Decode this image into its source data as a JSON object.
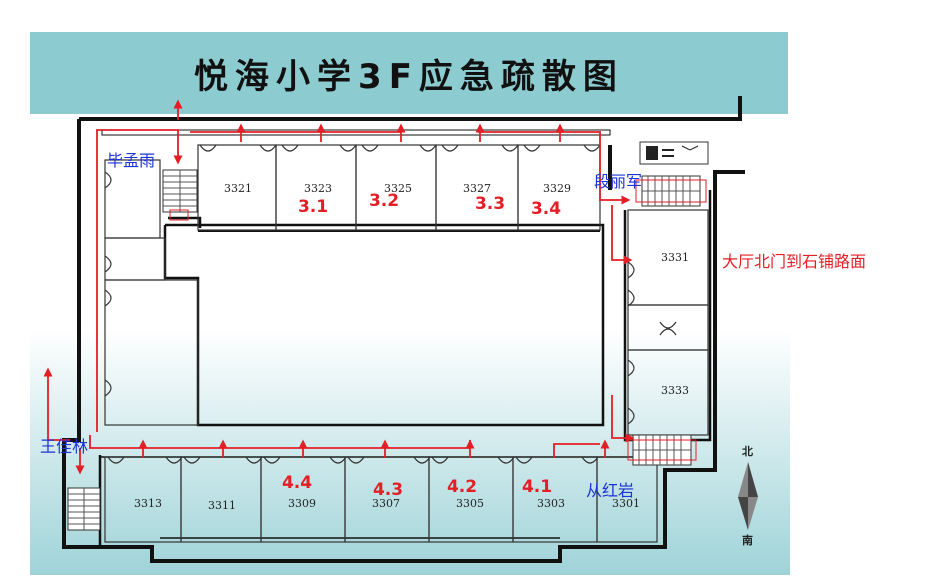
{
  "title": "悦海小学3F应急疏散图",
  "rooms": {
    "north": [
      "3321",
      "3323",
      "3325",
      "3327",
      "3329"
    ],
    "east": [
      "3331",
      "3333"
    ],
    "south": [
      "3313",
      "3311",
      "3309",
      "3307",
      "3305",
      "3303",
      "3301"
    ]
  },
  "zones": {
    "north": [
      "3.1",
      "3.2",
      "3.3",
      "3.4"
    ],
    "south": [
      "4.4",
      "4.3",
      "4.2",
      "4.1"
    ]
  },
  "people": {
    "northwest": "毕孟雨",
    "northeast": "段丽军",
    "southwest": "王佳林",
    "southeast": "从红岩"
  },
  "route_note": "大厅北门到石铺路面",
  "compass": {
    "north": "北",
    "south": "南"
  },
  "icons": [
    "exit-sign-icon",
    "stair-icon",
    "compass-icon",
    "evacuation-arrow-icon"
  ],
  "colors": {
    "banner": "#8ccbd0",
    "route": "#e41e25",
    "wall": "#111111",
    "label_blue": "#1c33d6",
    "floor_gradient": "#b8e0e3"
  }
}
